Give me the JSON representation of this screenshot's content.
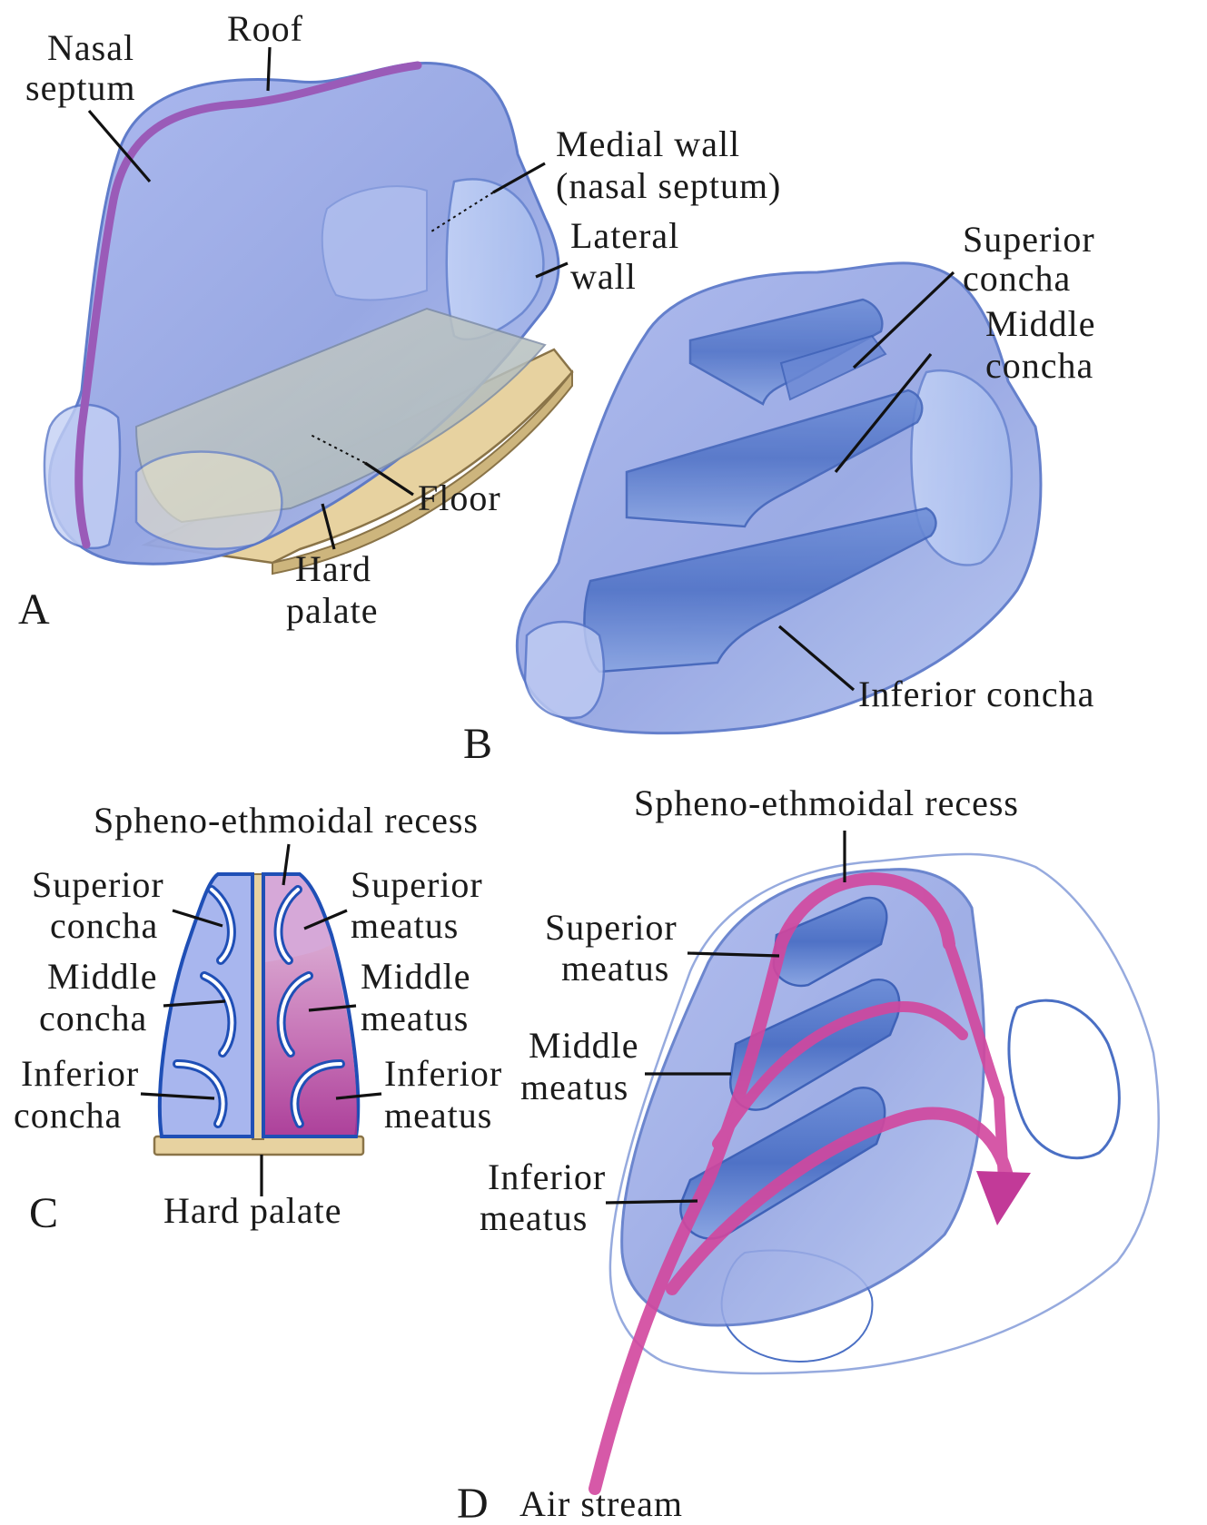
{
  "panels": {
    "a": {
      "letter": "A",
      "labels": {
        "roof": "Roof",
        "nasal_septum": [
          "Nasal",
          "septum"
        ],
        "medial_wall": [
          "Medial wall",
          "(nasal septum)"
        ],
        "lateral_wall": [
          "Lateral",
          "wall"
        ],
        "floor": "Floor",
        "hard_palate": [
          "Hard",
          "palate"
        ]
      }
    },
    "b": {
      "letter": "B",
      "labels": {
        "superior_concha": [
          "Superior",
          "concha"
        ],
        "middle_concha": [
          "Middle",
          "concha"
        ],
        "inferior_concha": "Inferior concha"
      }
    },
    "c": {
      "letter": "C",
      "labels": {
        "spheno_ethmoidal_recess": "Spheno-ethmoidal recess",
        "superior_concha": [
          "Superior",
          "concha"
        ],
        "middle_concha": [
          "Middle",
          "concha"
        ],
        "inferior_concha": [
          "Inferior",
          "concha"
        ],
        "superior_meatus": [
          "Superior",
          "meatus"
        ],
        "middle_meatus": [
          "Middle",
          "meatus"
        ],
        "inferior_meatus": [
          "Inferior",
          "meatus"
        ],
        "hard_palate": "Hard palate"
      }
    },
    "d": {
      "letter": "D",
      "labels": {
        "spheno_ethmoidal_recess": "Spheno-ethmoidal recess",
        "superior_meatus": [
          "Superior",
          "meatus"
        ],
        "middle_meatus": [
          "Middle",
          "meatus"
        ],
        "inferior_meatus": [
          "Inferior",
          "meatus"
        ],
        "air_stream": "Air stream"
      }
    }
  },
  "colors": {
    "cavity_blue": "#8fa8e6",
    "outline_blue": "#4a6fc4",
    "septum_purple": "#9a5bb8",
    "palate_tan": "#e7d2a0",
    "floor_grey": "#b9c2c4",
    "meatus_pink": "#c23a98",
    "air_stream": "#d2479e"
  }
}
